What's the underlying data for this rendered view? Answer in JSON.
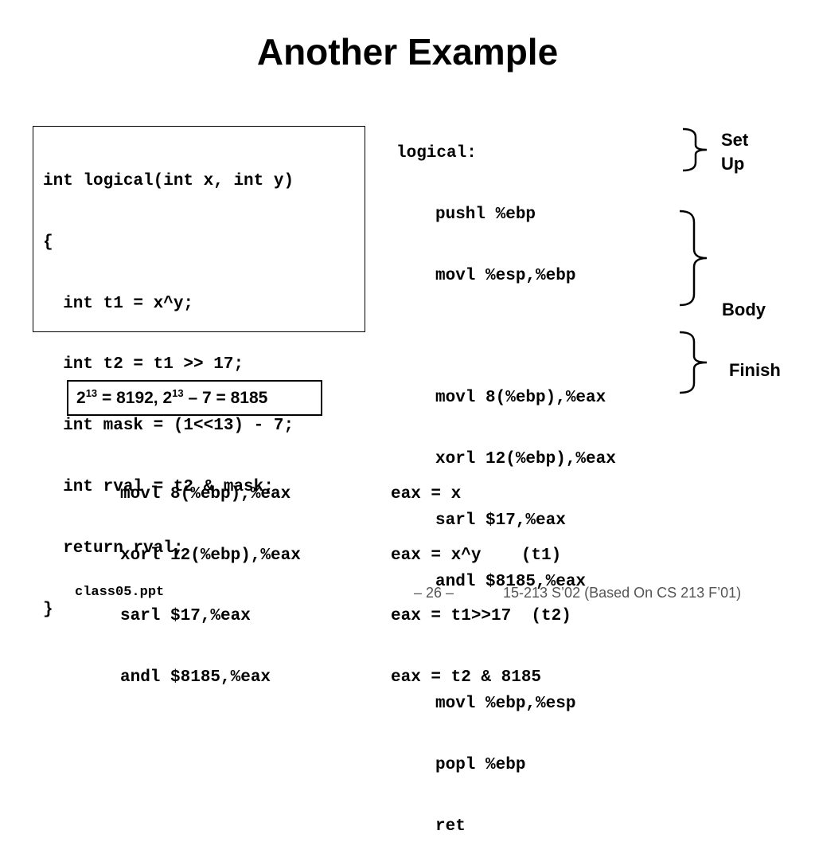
{
  "slide": {
    "title": "Another Example"
  },
  "c_code": {
    "lines": [
      "int logical(int x, int y)",
      "{",
      "  int t1 = x^y;",
      "  int t2 = t1 >> 17;",
      "  int mask = (1<<13) - 7;",
      "  int rval = t2 & mask;",
      "  return rval;",
      "}"
    ]
  },
  "assembly": {
    "label": "logical:",
    "setup": [
      "pushl %ebp",
      "movl %esp,%ebp"
    ],
    "body": [
      "movl 8(%ebp),%eax",
      "xorl 12(%ebp),%eax",
      "sarl $17,%eax",
      "andl $8185,%eax"
    ],
    "finish": [
      "movl %ebp,%esp",
      "popl %ebp",
      "ret"
    ]
  },
  "brace_labels": {
    "setup_line1": "Set",
    "setup_line2": "Up",
    "body": "Body",
    "finish": "Finish"
  },
  "power_note": {
    "base1": "2",
    "exp1": "13",
    "mid": " = 8192, ",
    "base2": "2",
    "exp2": "13",
    "end": " – 7 = 8185"
  },
  "trace": {
    "instructions": [
      "movl 8(%ebp),%eax",
      "xorl 12(%ebp),%eax",
      "sarl $17,%eax",
      "andl $8185,%eax"
    ],
    "effects": [
      "eax = x",
      "eax = x^y    (t1)",
      "eax = t1>>17  (t2)",
      "eax = t2 & 8185"
    ]
  },
  "footer": {
    "file": "class05.ppt",
    "page": "– 26 –",
    "course": "15-213 S’02 (Based On CS 213 F’01)"
  }
}
